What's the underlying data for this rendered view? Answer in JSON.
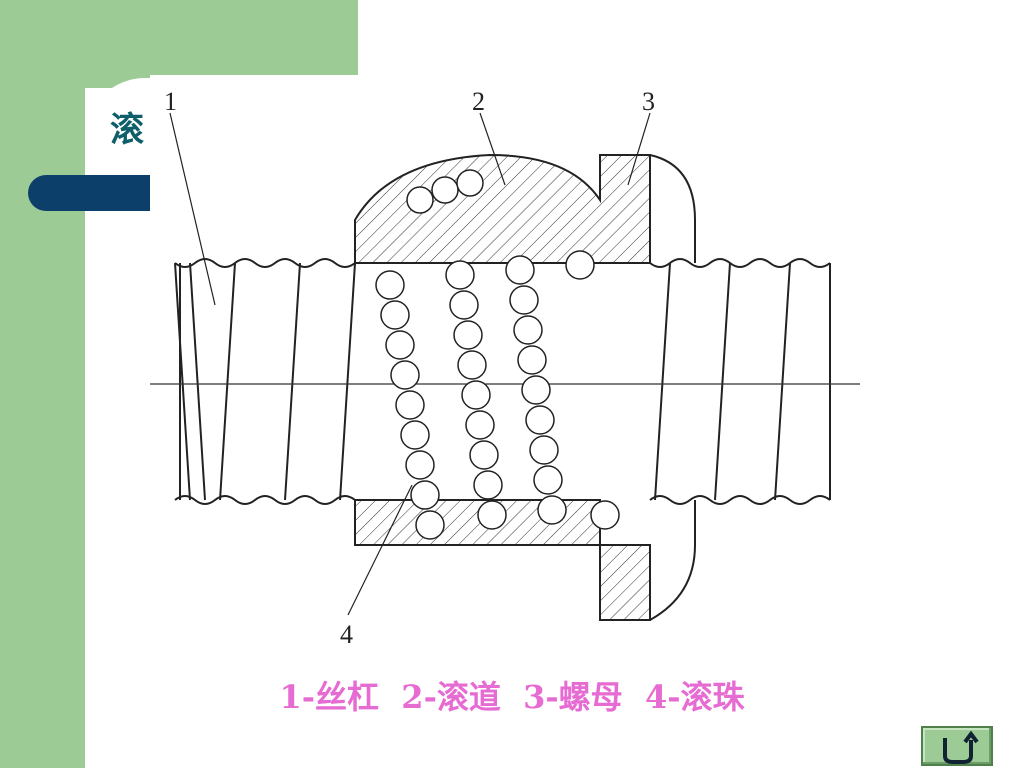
{
  "slide": {
    "title_visible": "滚",
    "caption": "1-丝杠  2-滚道  3-螺母  4-滚珠"
  },
  "diagram": {
    "labels": [
      "1",
      "2",
      "3",
      "4"
    ]
  },
  "nav": {
    "return_icon": "u-turn-return-icon"
  },
  "colors": {
    "green": "#9dcb95",
    "navy": "#0d3f6b",
    "title": "#0e5f6a",
    "caption": "#e66bd2"
  }
}
